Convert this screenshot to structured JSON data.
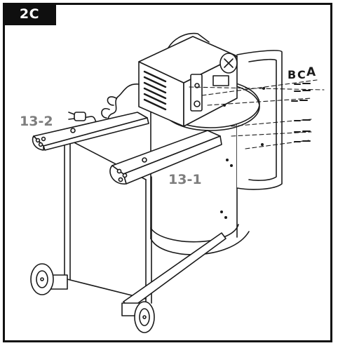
{
  "step": {
    "label": "2C"
  },
  "callouts": {
    "part_a": "13-2",
    "part_b": "13-1",
    "cable_letters": [
      "B",
      "C",
      "A"
    ]
  },
  "colors": {
    "line": "#1a1a1a",
    "label_grey": "#7d7d7d",
    "badge_bg": "#0f0f0f"
  }
}
